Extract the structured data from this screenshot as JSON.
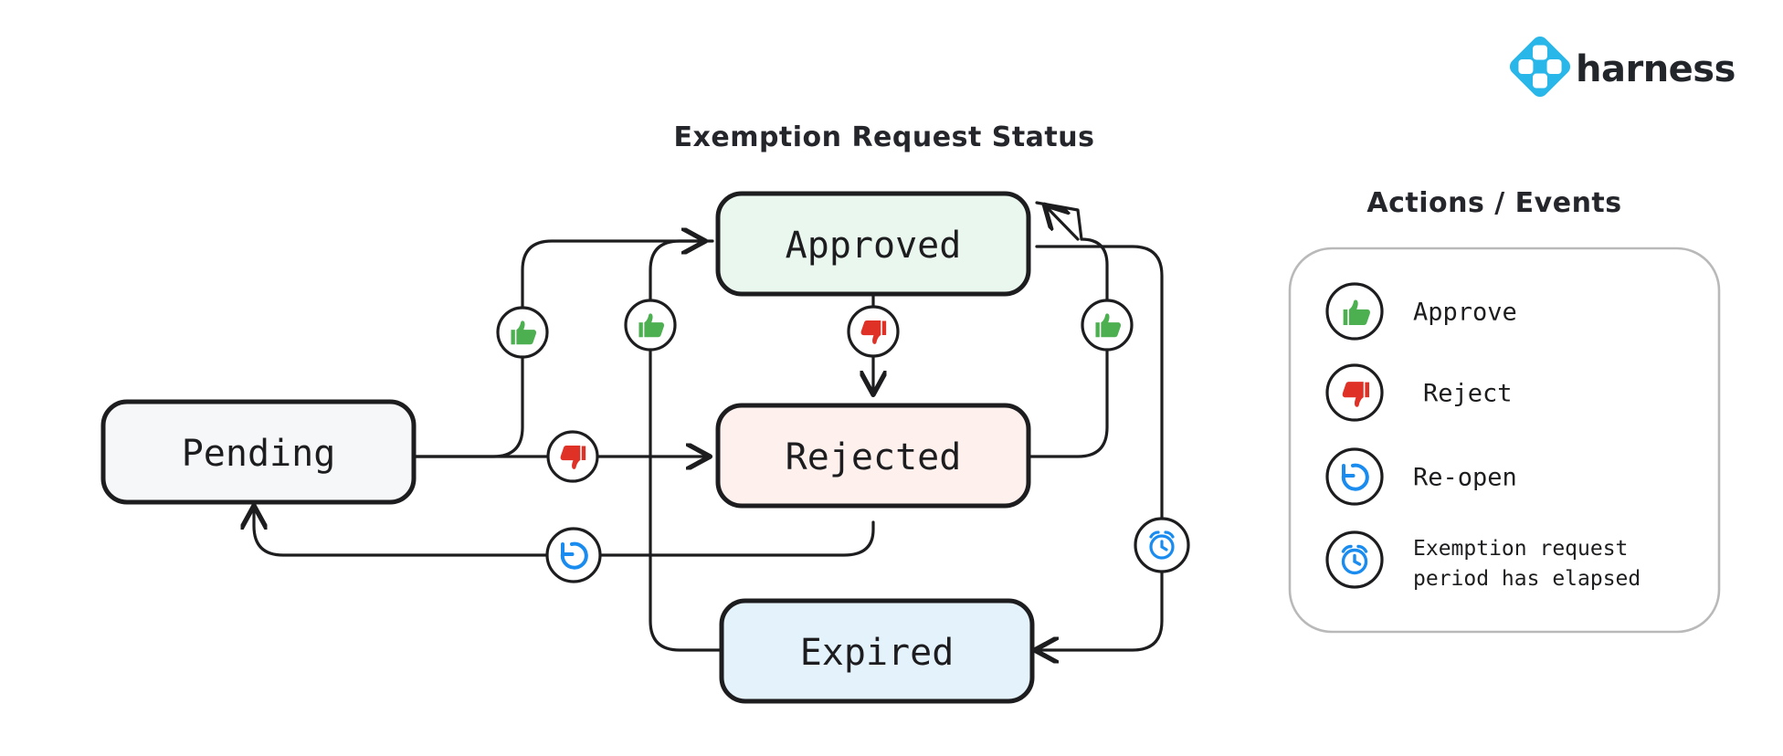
{
  "brand": {
    "name": "harness",
    "logo_icon": "harness-diamond-logo",
    "logo_color": "#29b6e8"
  },
  "diagram": {
    "title": "Exemption Request Status",
    "states": [
      {
        "id": "pending",
        "label": "Pending",
        "fill": "#f6f7f9",
        "stroke": "#1d1d1f"
      },
      {
        "id": "approved",
        "label": "Approved",
        "fill": "#e9f7ee",
        "stroke": "#1d1d1f"
      },
      {
        "id": "rejected",
        "label": "Rejected",
        "fill": "#fdf0ed",
        "stroke": "#1d1d1f"
      },
      {
        "id": "expired",
        "label": "Expired",
        "fill": "#e4f2fb",
        "stroke": "#1d1d1f"
      }
    ],
    "transitions": [
      {
        "from": "pending",
        "to": "approved",
        "action": "approve",
        "icon": "thumbs-up-icon"
      },
      {
        "from": "pending",
        "to": "rejected",
        "action": "reject",
        "icon": "thumbs-down-icon"
      },
      {
        "from": "approved",
        "to": "rejected",
        "action": "reject",
        "icon": "thumbs-down-icon"
      },
      {
        "from": "rejected",
        "to": "approved",
        "action": "approve",
        "icon": "thumbs-up-icon"
      },
      {
        "from": "rejected",
        "to": "pending",
        "action": "re-open",
        "icon": "reopen-icon"
      },
      {
        "from": "expired",
        "to": "approved",
        "action": "approve",
        "icon": "thumbs-up-icon"
      },
      {
        "from": "approved",
        "to": "expired",
        "action": "exemption request period has elapsed",
        "icon": "alarm-clock-icon"
      }
    ]
  },
  "legend": {
    "title": "Actions / Events",
    "items": [
      {
        "icon": "thumbs-up-icon",
        "label": "Approve",
        "color": "#4caf50"
      },
      {
        "icon": "thumbs-down-icon",
        "label": "Reject",
        "color": "#e03127"
      },
      {
        "icon": "reopen-icon",
        "label": "Re-open",
        "color": "#1a8cf0"
      },
      {
        "icon": "alarm-clock-icon",
        "label_line1": "Exemption request",
        "label_line2": "period has elapsed",
        "color": "#1a8cf0"
      }
    ]
  }
}
